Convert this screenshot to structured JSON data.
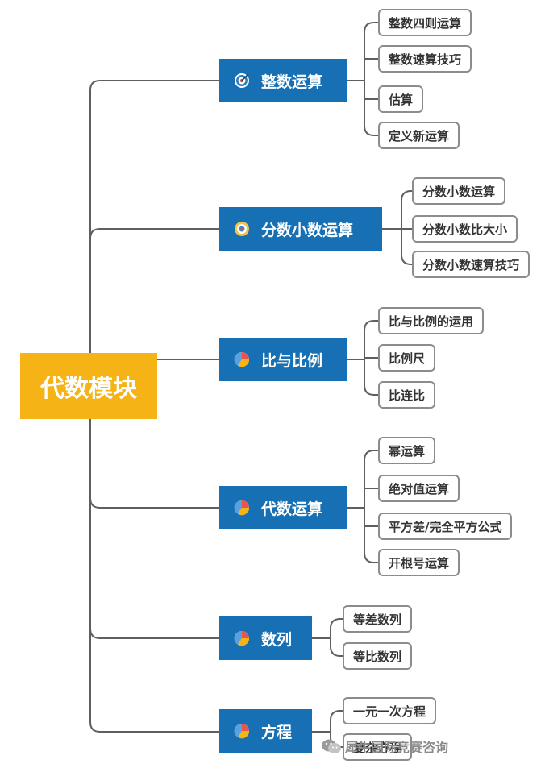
{
  "root": {
    "label": "代数模块"
  },
  "categories": [
    {
      "label": "整数运算",
      "icon": "target-icon",
      "children": [
        "整数四则运算",
        "整数速算技巧",
        "估算",
        "定义新运算"
      ]
    },
    {
      "label": "分数小数运算",
      "icon": "badge-icon",
      "children": [
        "分数小数运算",
        "分数小数比大小",
        "分数小数速算技巧"
      ]
    },
    {
      "label": "比与比例",
      "icon": "pie-chart-icon",
      "children": [
        "比与比例的运用",
        "比例尺",
        "比连比"
      ]
    },
    {
      "label": "代数运算",
      "icon": "pie-chart-icon",
      "children": [
        "幂运算",
        "绝对值运算",
        "平方差/完全平方公式",
        "开根号运算"
      ]
    },
    {
      "label": "数列",
      "icon": "pie-chart-icon",
      "children": [
        "等差数列",
        "等比数列"
      ]
    },
    {
      "label": "方程",
      "icon": "pie-chart-icon",
      "children": [
        "一元一次方程",
        "复杂方程"
      ]
    }
  ],
  "watermark": {
    "text": "犀牛国际竞赛咨询",
    "icon": "wechat-icon"
  },
  "colors": {
    "root": "#f5b316",
    "category": "#1670b3",
    "connector": "#5f5f5f",
    "leaf_border": "#8c8c8c"
  }
}
